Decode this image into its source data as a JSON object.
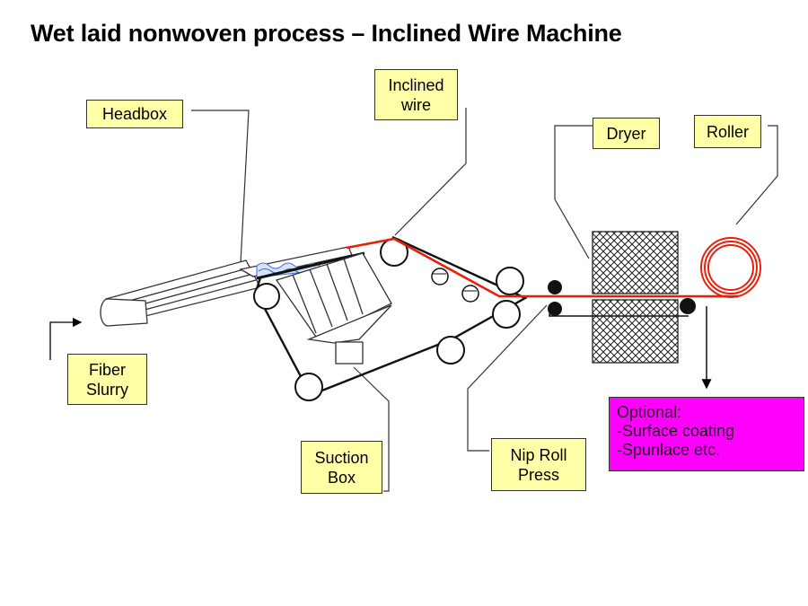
{
  "title": "Wet laid nonwoven process – Inclined Wire Machine",
  "labels": {
    "headbox": "Headbox",
    "inclined_wire": [
      "Inclined",
      "wire"
    ],
    "dryer": "Dryer",
    "roller": "Roller",
    "fiber_slurry": [
      "Fiber",
      "Slurry"
    ],
    "suction_box": [
      "Suction",
      "Box"
    ],
    "nip_roll_press": [
      "Nip Roll",
      "Press"
    ],
    "optional": [
      "Optional:",
      "-Surface coating",
      "-Spunlace etc."
    ]
  },
  "colors": {
    "label_fill": "#ffffa8",
    "optional_fill": "#ff00ff",
    "web_line": "#e8200a",
    "slurry_blue": "#3a6ed8"
  }
}
